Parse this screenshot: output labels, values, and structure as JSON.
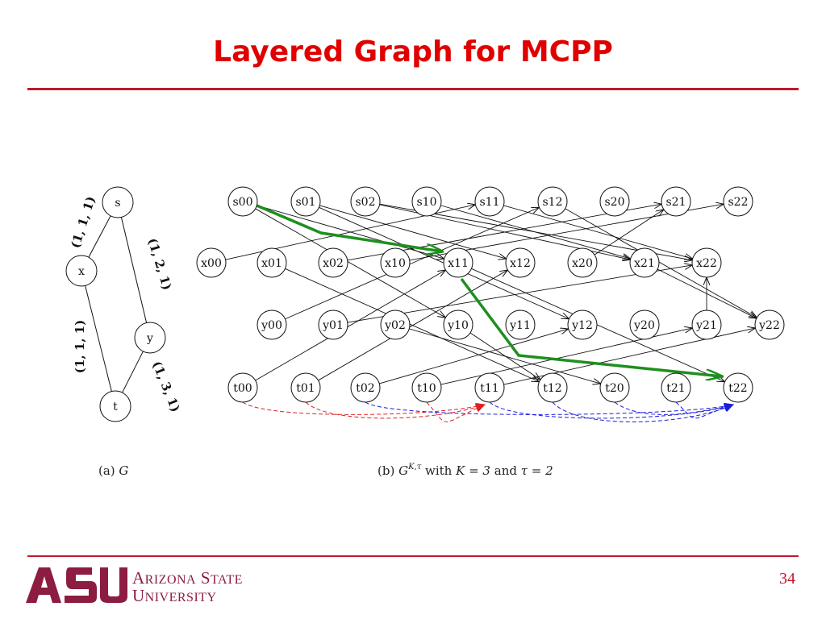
{
  "title": "Layered Graph for MCPP",
  "page_number": "34",
  "logo": {
    "name": "ARIZONA STATE UNIVERSITY",
    "mark": "ASU"
  },
  "graph_a": {
    "caption_prefix": "(a) ",
    "caption_symbol": "G",
    "nodes": [
      "s",
      "x",
      "y",
      "t"
    ],
    "edges": [
      {
        "from": "s",
        "to": "x",
        "label": "(1, 1, 1)"
      },
      {
        "from": "s",
        "to": "y",
        "label": "(1, 2, 1)"
      },
      {
        "from": "x",
        "to": "t",
        "label": "(1, 1, 1)"
      },
      {
        "from": "y",
        "to": "t",
        "label": "(1, 3, 1)"
      }
    ]
  },
  "graph_b": {
    "caption_prefix": "(b) ",
    "caption_symbol": "G",
    "caption_superscript": "K,τ",
    "caption_with": " with ",
    "caption_eq1": "K = 3",
    "caption_and": " and ",
    "caption_eq2": "τ = 2",
    "layers": [
      [
        "s00",
        "s01",
        "s02",
        "s10",
        "s11",
        "s12",
        "s20",
        "s21",
        "s22"
      ],
      [
        "x00",
        "x01",
        "x02",
        "x10",
        "x11",
        "x12",
        "x20",
        "x21",
        "x22"
      ],
      [
        "y00",
        "y01",
        "y02",
        "y10",
        "y11",
        "y12",
        "y20",
        "y21",
        "y22"
      ],
      [
        "t00",
        "t01",
        "t02",
        "t10",
        "t11",
        "t12",
        "t20",
        "t21",
        "t22"
      ]
    ],
    "edges": [
      [
        "s00",
        "x11"
      ],
      [
        "s00",
        "y10"
      ],
      [
        "s01",
        "x12"
      ],
      [
        "s01",
        "y12"
      ],
      [
        "s02",
        "x21"
      ],
      [
        "s02",
        "x22"
      ],
      [
        "s10",
        "x21"
      ],
      [
        "s11",
        "x22"
      ],
      [
        "s12",
        "y22"
      ],
      [
        "x00",
        "s11"
      ],
      [
        "x01",
        "t12"
      ],
      [
        "x02",
        "s21"
      ],
      [
        "x10",
        "s22"
      ],
      [
        "x11",
        "t22"
      ],
      [
        "x20",
        "s21"
      ],
      [
        "x21",
        "y22"
      ],
      [
        "y00",
        "s12"
      ],
      [
        "y01",
        "x22"
      ],
      [
        "y02",
        "t20"
      ],
      [
        "y10",
        "t12"
      ],
      [
        "y21",
        "x22"
      ],
      [
        "t00",
        "x11"
      ],
      [
        "t01",
        "x12"
      ],
      [
        "t02",
        "y12"
      ],
      [
        "t10",
        "y21"
      ],
      [
        "t11",
        "y22"
      ]
    ],
    "green_path": [
      "s00",
      "x11",
      "t22"
    ],
    "red_dashed": [
      [
        "t00",
        "t11"
      ],
      [
        "t01",
        "t11"
      ],
      [
        "t10",
        "t11"
      ]
    ],
    "blue_dashed": [
      [
        "t02",
        "t22"
      ],
      [
        "t11",
        "t22"
      ],
      [
        "t12",
        "t22"
      ],
      [
        "t20",
        "t22"
      ],
      [
        "t21",
        "t22"
      ]
    ],
    "colors": {
      "green": "#1e8f1e",
      "red": "#e02020",
      "blue": "#1c1cdc",
      "node_stroke": "#111111"
    }
  },
  "colors": {
    "title": "#e00000",
    "rule": "#c0192b",
    "logo": "#8c1d40",
    "page_number": "#c0192b"
  }
}
